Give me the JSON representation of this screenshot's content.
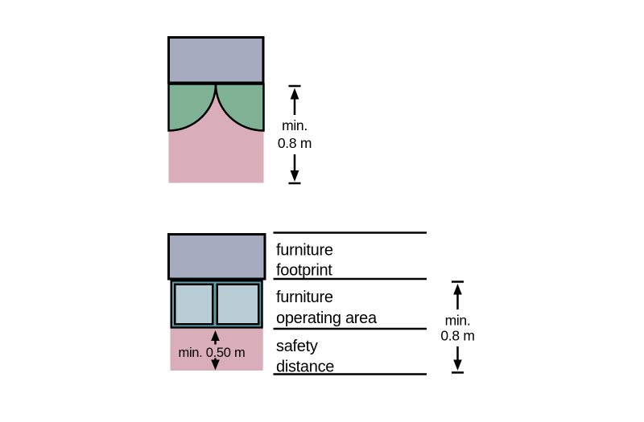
{
  "colors": {
    "footprint": "#a6abbf",
    "door_swing": "#7fb295",
    "safety": "#d9aeba",
    "drawer": "#b7ccd5",
    "operating_frame": "#5f9faa",
    "outline": "#000000"
  },
  "top_diagram": {
    "dimension_label": {
      "line1": "min.",
      "line2": "0.8 m"
    }
  },
  "bottom_diagram": {
    "safety_dimension_label": "min. 0.50 m",
    "dimension_label": {
      "line1": "min.",
      "line2": "0.8 m"
    },
    "legend": [
      {
        "line1": "furniture",
        "line2": "footprint"
      },
      {
        "line1": "furniture",
        "line2": "operating area"
      },
      {
        "line1": "safety",
        "line2": "distance"
      }
    ]
  }
}
